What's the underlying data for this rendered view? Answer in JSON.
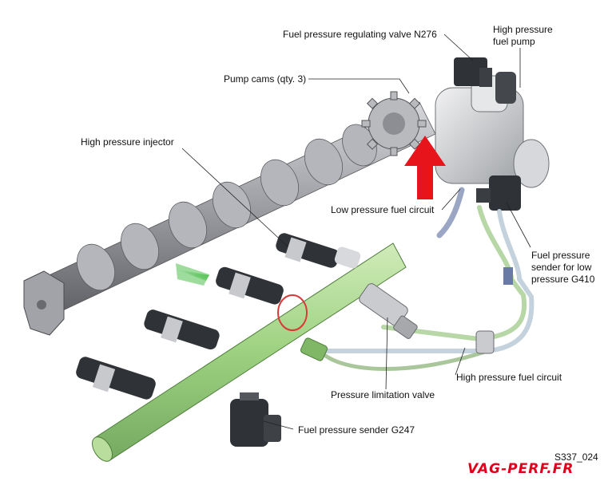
{
  "labels": {
    "regulating_valve": "Fuel pressure regulating valve N276",
    "hp_fuel_pump_1": "High pressure",
    "hp_fuel_pump_2": "fuel pump",
    "pump_cams": "Pump cams (qty. 3)",
    "hp_injector": "High pressure injector",
    "low_pressure_circuit": "Low pressure fuel circuit",
    "sender_low_1": "Fuel pressure",
    "sender_low_2": "sender for low",
    "sender_low_3": "pressure G410",
    "hp_circuit": "High pressure fuel circuit",
    "pressure_limit_valve": "Pressure limitation valve",
    "sender_g247": "Fuel pressure sender G247"
  },
  "figure_code": "S337_024",
  "watermark": "VAG-PERF.FR",
  "colors": {
    "rail": "#9ccf7a",
    "arrow": "#e8141c",
    "camshaft": "#a9aab0",
    "pump": "#cfd1d4",
    "lines": "#b9c7d6",
    "injector_dark": "#2f3236"
  }
}
